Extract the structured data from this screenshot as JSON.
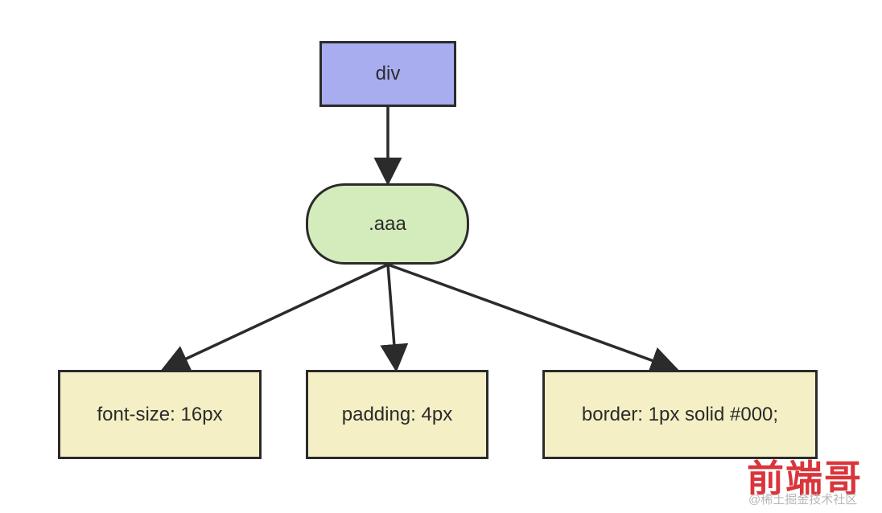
{
  "nodes": {
    "root": "div",
    "selector": ".aaa",
    "prop_font_size": "font-size: 16px",
    "prop_padding": "padding: 4px",
    "prop_border": "border: 1px solid #000;"
  },
  "watermark": {
    "logo": "前端哥",
    "caption": "@稀土掘金技术社区"
  },
  "colors": {
    "root_fill": "#a8adf0",
    "selector_fill": "#d4ebbc",
    "prop_fill": "#f4efc4",
    "stroke": "#2b2b2b",
    "watermark_red": "#d9353b"
  }
}
